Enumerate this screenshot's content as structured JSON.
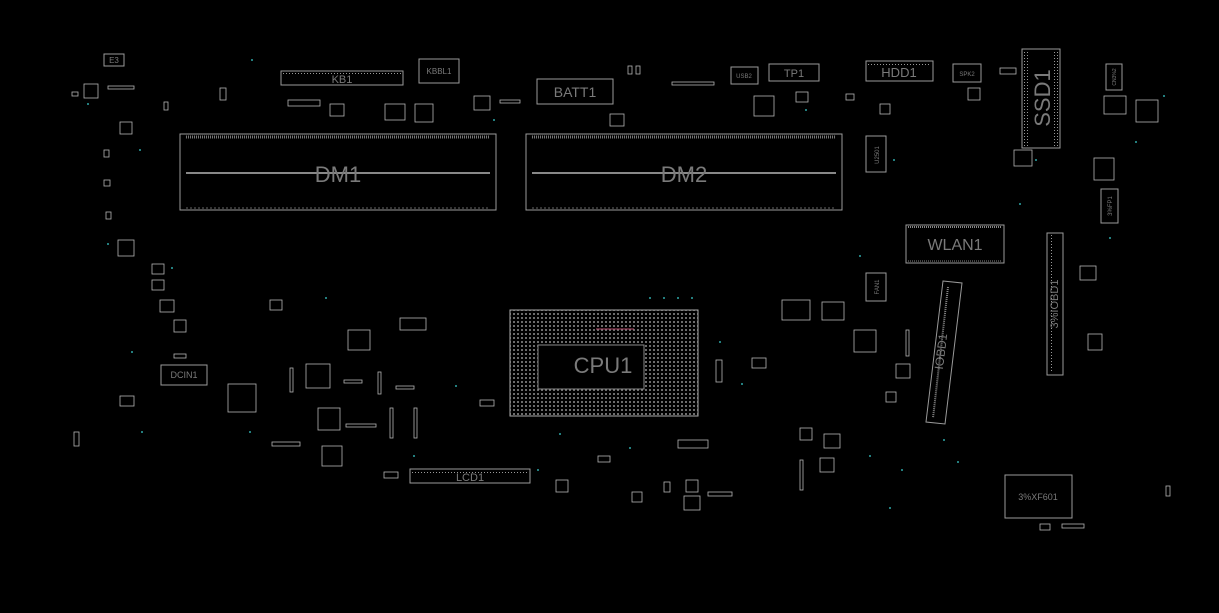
{
  "theme": {
    "background": "#000000",
    "outline": "#9a9a9a",
    "label": "#7a7a7a",
    "via": "#2fa6a6",
    "cpu_marker": "#b04a6a"
  },
  "components": {
    "e3": "E3",
    "kb1": "KB1",
    "kbbl1": "KBBL1",
    "batt1": "BATT1",
    "usb2": "USB2",
    "tp1": "TP1",
    "hdd1": "HDD1",
    "spk2": "SPK2",
    "ssd1": "SSD1",
    "cn_top_right": "CN3%2",
    "dm1": "DM1",
    "dm2": "DM2",
    "u2501": "U2501",
    "fp1": "3%FP1",
    "wlan1": "WLAN1",
    "fan1": "FAN1",
    "iobd1_left": "IOBD1",
    "iobd1_right": "3%IOBD1",
    "dcin1": "DCIN1",
    "cpu1": "CPU1",
    "lcd1": "LCD1",
    "xf601": "3%XF601"
  }
}
